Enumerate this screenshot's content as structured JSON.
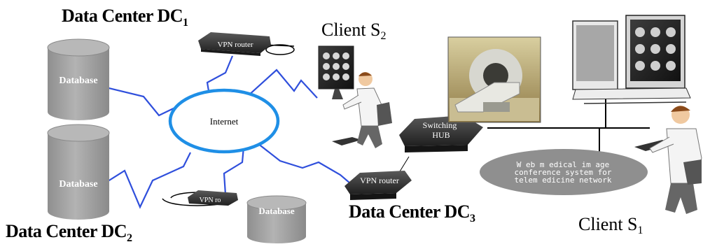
{
  "titles": {
    "dc1": {
      "text": "Data Center  DC",
      "sub": "1"
    },
    "dc2": {
      "text": "Data Center  DC",
      "sub": "2"
    },
    "dc3": {
      "text": "Data Center DC",
      "sub": "3"
    }
  },
  "clients": {
    "s1": {
      "text": "Client  S",
      "sub": "1"
    },
    "s2": {
      "text": "Client  S",
      "sub": "2"
    }
  },
  "databases": {
    "db1": "Database",
    "db2": "Database",
    "db3": "Database"
  },
  "internet_label": "Internet",
  "routers": {
    "r1": "VPN router",
    "r2": "VPN router",
    "r3": "VPN ro"
  },
  "switching_hub": {
    "line1": "Switching",
    "line2": "HUB"
  },
  "conference_system": {
    "line1": "W eb m edical im age",
    "line2": "conference system  for",
    "line3": "telem edicine  network"
  },
  "colors": {
    "link_blue": "#2f4fdc",
    "internet_blue": "#1f8fe6",
    "database_gray": "#a2a2a2",
    "ellipse_gray": "#8f8f8f",
    "router_dark": "#2f2f2f"
  }
}
